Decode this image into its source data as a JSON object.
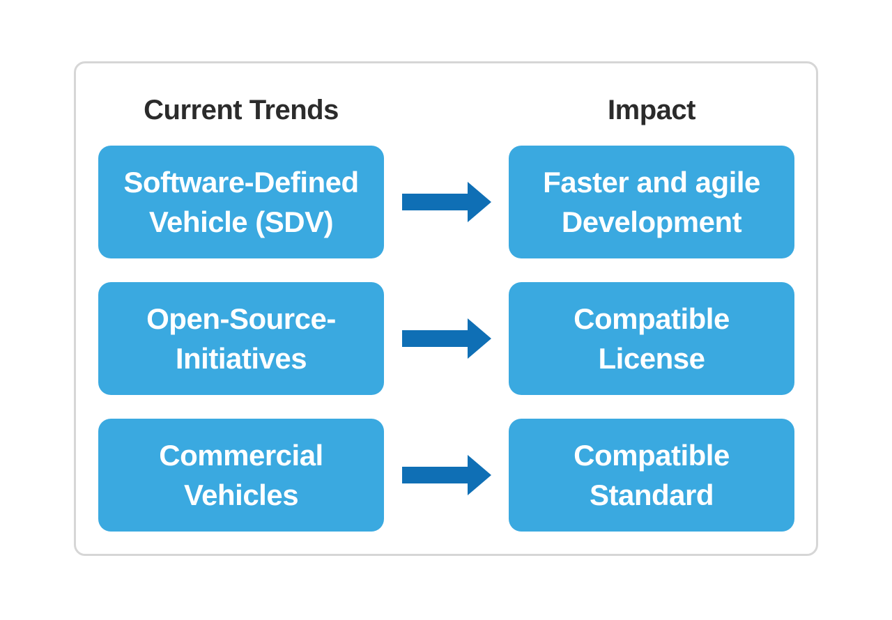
{
  "headers": {
    "left": "Current Trends",
    "right": "Impact"
  },
  "rows": [
    {
      "trend": "Software-Defined\nVehicle (SDV)",
      "impact": "Faster and agile\nDevelopment"
    },
    {
      "trend": "Open-Source-\nInitiatives",
      "impact": "Compatible\nLicense"
    },
    {
      "trend": "Commercial\nVehicles",
      "impact": "Compatible\nStandard"
    }
  ],
  "colors": {
    "box_fill": "#3aa9e0",
    "box_text": "#ffffff",
    "arrow": "#0f6fb5",
    "header_text": "#2b2b2b",
    "frame_border": "#d6d6d6"
  },
  "icons": {
    "connector": "right-arrow-icon"
  }
}
